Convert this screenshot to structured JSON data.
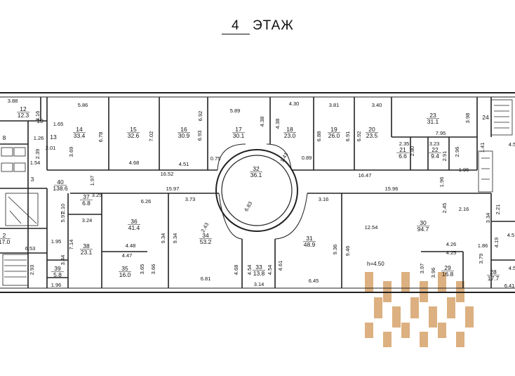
{
  "title": {
    "floor_number": "4",
    "floor_word": "ЭТАЖ"
  },
  "ceiling_height": "h=4.50",
  "rooms": [
    {
      "no": "12",
      "area": "12.3"
    },
    {
      "no": "14",
      "area": "33.4"
    },
    {
      "no": "15",
      "area": "32.6"
    },
    {
      "no": "16",
      "area": "30.9"
    },
    {
      "no": "17",
      "area": "30.1"
    },
    {
      "no": "18",
      "area": "23.0"
    },
    {
      "no": "19",
      "area": "26.0"
    },
    {
      "no": "20",
      "area": "23.5"
    },
    {
      "no": "23",
      "area": "31.1"
    },
    {
      "no": "21",
      "area": "6.6"
    },
    {
      "no": "22",
      "area": "9.4"
    },
    {
      "no": "32",
      "area": "36.1"
    },
    {
      "no": "40",
      "area": "138.6"
    },
    {
      "no": "37",
      "area": "6.8"
    },
    {
      "no": "36",
      "area": "41.4"
    },
    {
      "no": "38",
      "area": "23.1"
    },
    {
      "no": "35",
      "area": "16.0"
    },
    {
      "no": "34",
      "area": "53.2"
    },
    {
      "no": "33",
      "area": "13.8"
    },
    {
      "no": "31",
      "area": "48.9"
    },
    {
      "no": "30",
      "area": "94.7"
    },
    {
      "no": "29",
      "area": "16.8"
    },
    {
      "no": "28",
      "area": "17.7"
    },
    {
      "no": "39",
      "area": "5.8"
    },
    {
      "no": "2",
      "area": "17.0"
    }
  ],
  "labels_single": [
    "13",
    "10",
    "24",
    "3",
    "8"
  ],
  "dimensions": [
    "3.88",
    "3.16",
    "1.65",
    "5.86",
    "6.78",
    "3.69",
    "4.68",
    "7.02",
    "6.93",
    "4.51",
    "5.89",
    "6.92",
    "0.75",
    "4.38",
    "4.30",
    "4.38",
    "1.41",
    "0.89",
    "3.81",
    "6.88",
    "6.91",
    "3.40",
    "6.92",
    "3.98",
    "7.95",
    "2.35",
    "2.80",
    "3.23",
    "2.91",
    "2.96",
    "1.41",
    "1.96",
    "16.52",
    "16.47",
    "1.97",
    "1.96",
    "15.97",
    "15.96",
    "1.26",
    "2.01",
    "2.39",
    "1.54",
    "5.97",
    "3.25",
    "2.10",
    "6.26",
    "3.73",
    "3.16",
    "3.24",
    "7.14",
    "4.48",
    "9.34",
    "9.34",
    "2.43",
    "6.83",
    "12.54",
    "2.45",
    "2.16",
    "3.34",
    "2.21",
    "4.47",
    "3.65",
    "3.66",
    "4.68",
    "4.54",
    "4.54",
    "4.61",
    "9.36",
    "9.46",
    "4.26",
    "4.25",
    "1.86",
    "3.97",
    "3.96",
    "3.79",
    "4.19",
    "6.81",
    "3.14",
    "6.45",
    "6.53",
    "1.95",
    "3.44",
    "2.93",
    "1.96",
    "4.5",
    "6.41",
    "4.5",
    "4.5"
  ],
  "watermark_color": "#d6a36a"
}
